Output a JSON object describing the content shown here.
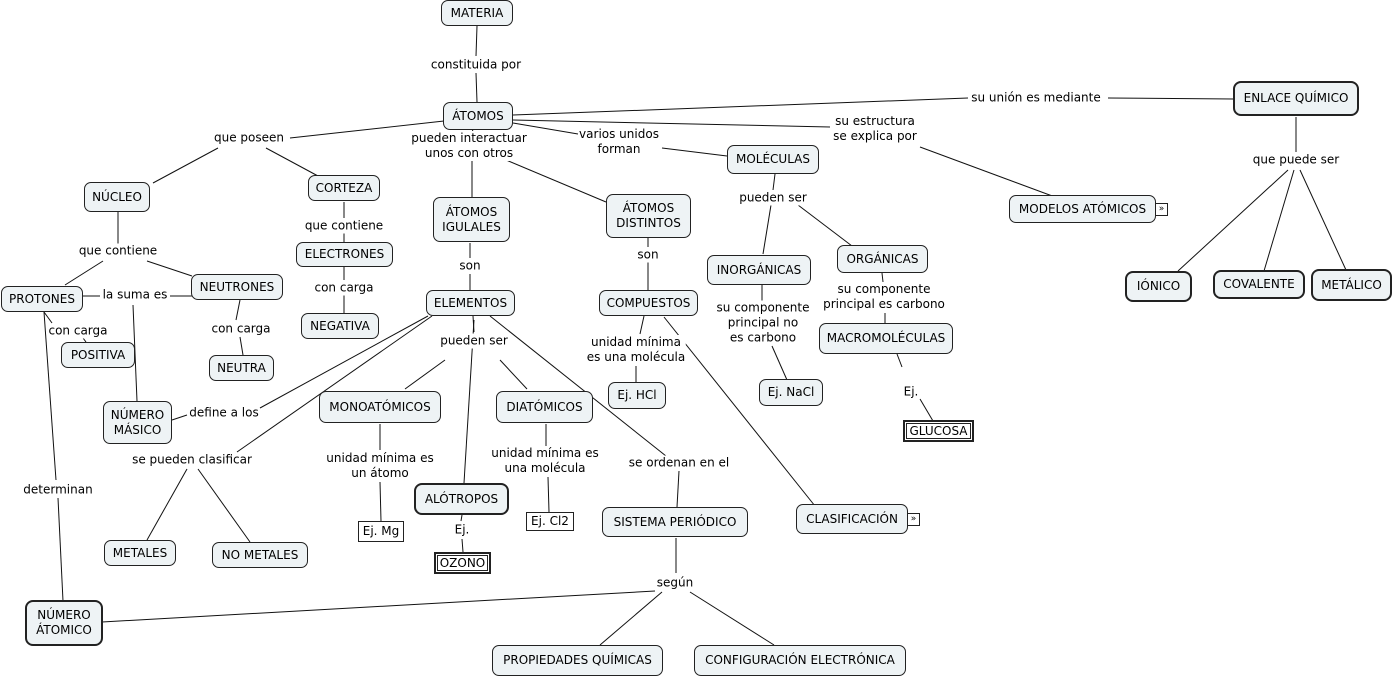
{
  "concepts": {
    "materia": "MATERIA",
    "atomos": "ÁTOMOS",
    "enlace": "ENLACE QUÍMICO",
    "nucleo": "NÚCLEO",
    "corteza": "CORTEZA",
    "atomos_iguales": "ÁTOMOS\nIGULALES",
    "atomos_distintos": "ÁTOMOS\nDISTINTOS",
    "moleculas": "MOLÉCULAS",
    "modelos": "MODELOS ATÓMICOS",
    "ionico": "IÓNICO",
    "covalente": "COVALENTE",
    "metalico": "METÁLICO",
    "electrones": "ELECTRONES",
    "protones": "PROTONES",
    "neutrones": "NEUTRONES",
    "elementos": "ELEMENTOS",
    "compuestos": "COMPUESTOS",
    "inorganicas": "INORGÁNICAS",
    "organicas": "ORGÁNICAS",
    "negativa": "NEGATIVA",
    "positiva": "POSITIVA",
    "neutra": "NEUTRA",
    "macromoleculas": "MACROMOLÉCULAS",
    "numero_masico": "NÚMERO\nMÁSICO",
    "monoatomicos": "MONOATÓMICOS",
    "diatomicos": "DIATÓMICOS",
    "ej_hcl": "Ej. HCl",
    "ej_nacl": "Ej. NaCl",
    "glucosa": "GLUCOSA",
    "alotropos": "ALÓTROPOS",
    "ej_mg": "Ej. Mg",
    "ej_cl2": "Ej. Cl2",
    "sistema": "SISTEMA PERIÓDICO",
    "clasificacion": "CLASIFICACIÓN",
    "metales": "METALES",
    "no_metales": "NO METALES",
    "ozono": "OZONO",
    "numero_atomico": "NÚMERO\nÁTOMICO",
    "propiedades": "PROPIEDADES QUÍMICAS",
    "configuracion": "CONFIGURACIÓN ELECTRÓNICA"
  },
  "links": {
    "constituida": "constituida por",
    "union": "su unión es mediante",
    "que_poseen": "que poseen",
    "pueden_interactuar": "pueden interactuar\nunos con otros",
    "varios_unidos": "varios unidos\nforman",
    "estructura": "su estructura\nse explica por",
    "que_puede_ser": "que puede ser",
    "que_contiene_nucleo": "que contiene",
    "que_contiene_corteza": "que contiene",
    "pueden_ser_mol": "pueden ser",
    "la_suma": "la suma es",
    "con_carga_e": "con carga",
    "con_carga_p": "con carga",
    "con_carga_n": "con carga",
    "son_iguales": "son",
    "son_distintos": "son",
    "comp_organicas": "su componente\nprincipal es carbono",
    "comp_inorganicas": "su componente\nprincipal no\nes carbono",
    "pueden_ser_elem": "pueden ser",
    "unidad_mol_comp": "unidad mínima\nes una molécula",
    "define": "define a los",
    "ej_macro": "Ej.",
    "clasificar": "se pueden clasificar",
    "unidad_atomo": "unidad mínima es\nun átomo",
    "unidad_mol_diat": "unidad mínima es\nuna molécula",
    "ordenan": "se ordenan en el",
    "determinan": "determinan",
    "ej_alo": "Ej.",
    "segun": "según"
  },
  "icons": {
    "modelos_link": "concept-map-link-icon",
    "clasificacion_link": "concept-map-link-icon"
  }
}
